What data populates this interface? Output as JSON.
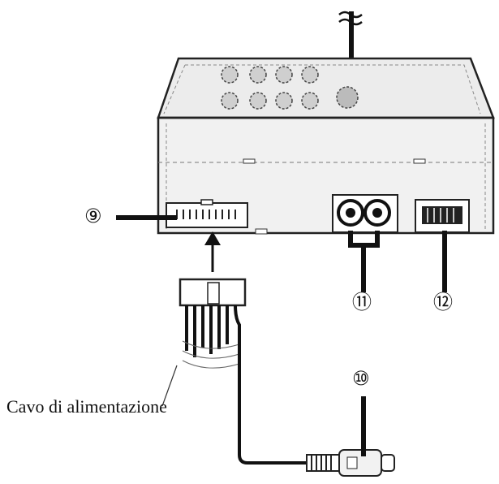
{
  "callouts": {
    "c9": "⑨",
    "c10": "⑩",
    "c11": "⑪",
    "c12": "⑫"
  },
  "caption": {
    "power_cable": "Cavo di alimentazione"
  },
  "icons": {
    "wave": "break-symbol-icon",
    "arrow": "arrow-up-icon"
  }
}
